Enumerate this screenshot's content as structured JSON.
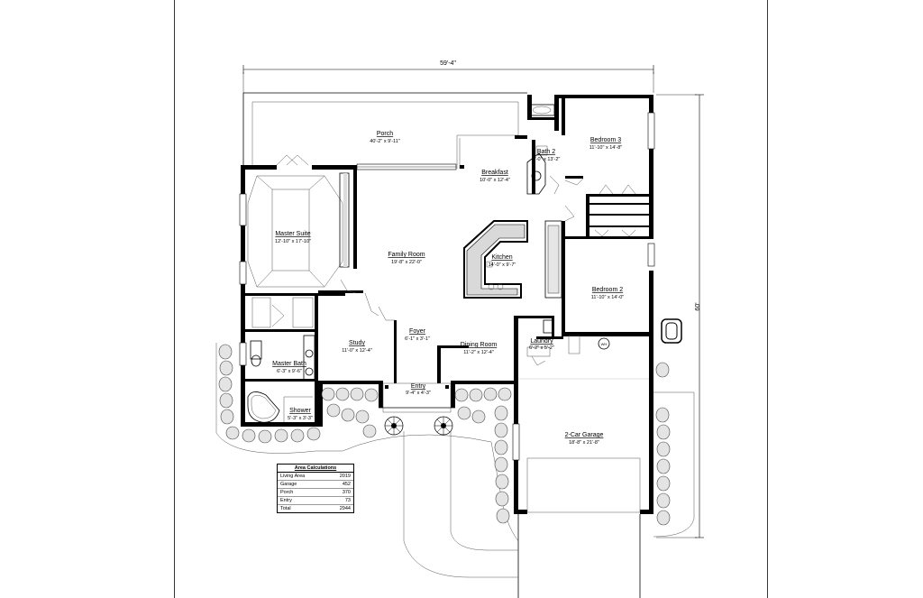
{
  "dimensions": {
    "width_label": "59'-4\"",
    "depth_label": "60'"
  },
  "rooms": {
    "porch": {
      "name": "Porch",
      "size": "40'-2\" x 9'-11\""
    },
    "breakfast": {
      "name": "Breakfast",
      "size": "10'-0\" x 12'-4\""
    },
    "bath2": {
      "name": "Bath 2",
      "size": "9'-0\" x 13'-2\""
    },
    "bedroom3": {
      "name": "Bedroom 3",
      "size": "11'-10\" x 14'-8\""
    },
    "master_suite": {
      "name": "Master Suite",
      "size": "12'-10\" x 17'-10\""
    },
    "family_room": {
      "name": "Family Room",
      "size": "19'-8\" x 22'-0\""
    },
    "kitchen": {
      "name": "Kitchen",
      "size": "14'-0\" x 9'-7\""
    },
    "bedroom2": {
      "name": "Bedroom 2",
      "size": "11'-10\" x 14'-0\""
    },
    "foyer": {
      "name": "Foyer",
      "size": "6'-1\" x 3'-1\""
    },
    "study": {
      "name": "Study",
      "size": "11'-0\" x 12'-4\""
    },
    "dining_room": {
      "name": "Dining Room",
      "size": "11'-2\" x 12'-4\""
    },
    "laundry": {
      "name": "Laundry",
      "size": "6'-2\" x 5'-2\""
    },
    "master_bath": {
      "name": "Master Bath",
      "size": "6'-3\" x 9'-6\""
    },
    "entry": {
      "name": "Entry",
      "size": "9'-4\" x 4'-3\""
    },
    "shower": {
      "name": "Shower",
      "size": "5'-3\" x 3'-3\""
    },
    "garage": {
      "name": "2-Car Garage",
      "size": "18'-8\" x 21'-8\""
    }
  },
  "fixtures": {
    "water_heater": "WH"
  },
  "area_calculations": {
    "title": "Area Calculations",
    "rows": [
      {
        "label": "Living Area",
        "value": "2019"
      },
      {
        "label": "Garage",
        "value": "452"
      },
      {
        "label": "Porch",
        "value": "370"
      },
      {
        "label": "Entry",
        "value": "73"
      },
      {
        "label": "Total",
        "value": "2944"
      }
    ]
  }
}
